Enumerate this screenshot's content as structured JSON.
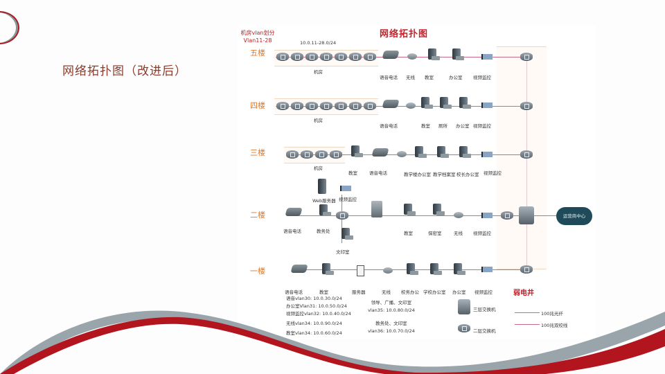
{
  "slide": {
    "title": "网络拓扑图（改进后）"
  },
  "diagram": {
    "title": "网络拓扑图",
    "vlan_note": [
      "机房vlan划分",
      "Vlan11-28"
    ],
    "floors": [
      {
        "name": "五楼",
        "subnet": "10.0.11-28.0/24",
        "group_label": "机房",
        "devices": [
          "语音电话",
          "无线",
          "教室",
          "办公室",
          "视频监控"
        ]
      },
      {
        "name": "四楼",
        "group_label": "机房",
        "devices": [
          "语音电话",
          "教室",
          "厕所",
          "办公室",
          "视频监控"
        ]
      },
      {
        "name": "三楼",
        "group_label": "机房",
        "devices": [
          "教室",
          "语音电话",
          "教学楼办公室",
          "教学档案室",
          "校长办公室",
          "视频监控"
        ]
      },
      {
        "name": "二楼",
        "devices": [
          "语音电话",
          "教务处",
          "Web服务器",
          "视频监控",
          "文印室",
          "教室",
          "保密室",
          "无线",
          "视频监控"
        ]
      },
      {
        "name": "一楼",
        "devices": [
          "语音电话",
          "教室",
          "服务器",
          "无线",
          "校务办公",
          "学校办公室",
          "办公室",
          "视频监控"
        ]
      }
    ],
    "core_label": "弱电井",
    "cloud_label": "运营商中心",
    "vlan_info_left": [
      "语音vlan30: 10.0.30.0/24",
      "办公室Vlan31: 10.0.50.0/24",
      "视频监控vlan32: 10.0.40.0/24",
      "无线vlan34: 10.0.90.0/24",
      "教室vlan34: 10.0.60.0/24"
    ],
    "vlan_info_right": [
      "领导、广播、文印室",
      "vlan35: 10.0.80.0/24",
      "教务处、文印室",
      "vlan36: 10.0.70.0/24"
    ],
    "legend": {
      "l3_switch": "三层交换机",
      "l2_switch": "二层交换机",
      "fiber": "100兆光纤",
      "cable": "100兆双绞线"
    }
  }
}
